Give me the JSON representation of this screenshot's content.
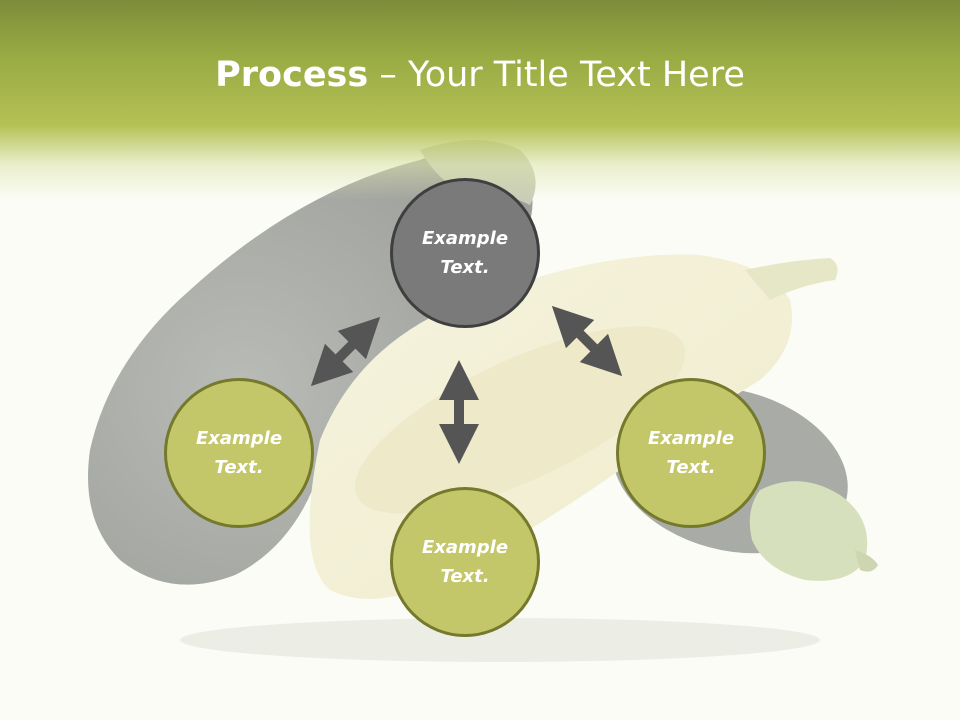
{
  "slide": {
    "title_bold": "Process",
    "title_rest": " – Your Title Text Here"
  },
  "nodes": {
    "top": "Example Text.",
    "left": "Example Text.",
    "right": "Example Text.",
    "bottom": "Example Text."
  },
  "colors": {
    "header": "#98aa43",
    "node_top_fill": "#7a7a7a",
    "node_green_fill": "#c3c76a",
    "arrow": "#555555"
  }
}
